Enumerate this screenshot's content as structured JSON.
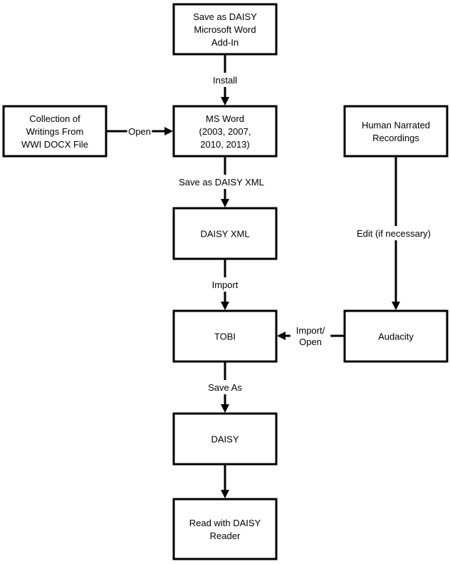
{
  "nodes": [
    {
      "id": "addin",
      "lines": [
        "Save as DAISY",
        "Microsoft Word",
        "Add-In"
      ]
    },
    {
      "id": "collection",
      "lines": [
        "Collection of",
        "Writings From",
        "WWI DOCX File"
      ]
    },
    {
      "id": "msword",
      "lines": [
        "MS Word",
        "(2003, 2007,",
        "2010, 2013)"
      ]
    },
    {
      "id": "human",
      "lines": [
        "Human Narrated",
        "Recordings"
      ]
    },
    {
      "id": "daisyxml",
      "lines": [
        "DAISY XML"
      ]
    },
    {
      "id": "tobi",
      "lines": [
        "TOBI"
      ]
    },
    {
      "id": "audacity",
      "lines": [
        "Audacity"
      ]
    },
    {
      "id": "daisy",
      "lines": [
        "DAISY"
      ]
    },
    {
      "id": "reader",
      "lines": [
        "Read with DAISY",
        "Reader"
      ]
    }
  ],
  "edges": [
    {
      "from": "addin",
      "to": "msword",
      "label": [
        "Install"
      ]
    },
    {
      "from": "collection",
      "to": "msword",
      "label": [
        "Open"
      ]
    },
    {
      "from": "msword",
      "to": "daisyxml",
      "label": [
        "Save as DAISY XML"
      ]
    },
    {
      "from": "human",
      "to": "audacity",
      "label": [
        "Edit (if necessary)"
      ]
    },
    {
      "from": "daisyxml",
      "to": "tobi",
      "label": [
        "Import"
      ]
    },
    {
      "from": "audacity",
      "to": "tobi",
      "label": [
        "Import/",
        "Open"
      ]
    },
    {
      "from": "tobi",
      "to": "daisy",
      "label": [
        "Save As"
      ]
    },
    {
      "from": "daisy",
      "to": "reader",
      "label": []
    }
  ]
}
